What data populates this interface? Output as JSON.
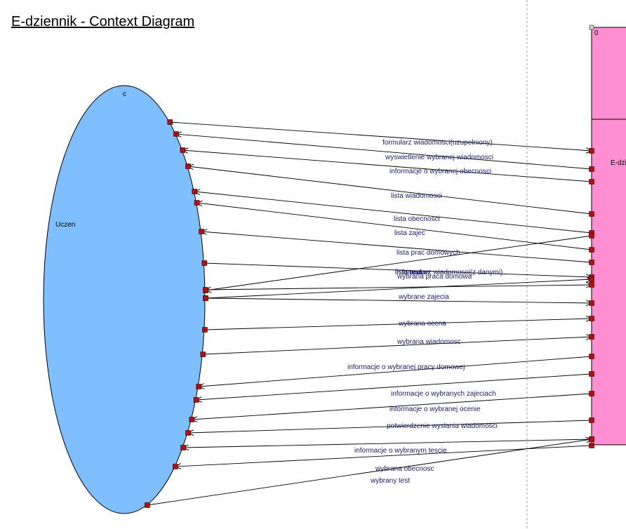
{
  "diagram": {
    "title": "E-dziennik - Context Diagram",
    "external_entity": {
      "id_label": "c",
      "name": "Uczen"
    },
    "process": {
      "id_label": "0",
      "name": "E-dzi"
    },
    "colors": {
      "entity_fill": "#80bfff",
      "process_fill": "#ff8fd0",
      "handle": "#b01010",
      "flow_text": "#1a1a70"
    },
    "flow_labels": [
      "formularz wiadomosci(uzupelniony)",
      "wyswietlenie wybranej wiadomosci",
      "informacje o wybranej obecnosci",
      "lista wiadomosci",
      "lista obecnosci",
      "lista zajec",
      "lista prac domowych",
      "lista ocen",
      "lista testow",
      "formularz wiadomosci(z danymi)",
      "wybrana praca domowa",
      "wybrane zajecia",
      "wybrana ocena",
      "wybrana wiadomosc",
      "informacje o wybranej pracy domowej",
      "informacje o wybranych zajeciach",
      "informacje o wybranej ocenie",
      "potwierdzenie wyslania wiadomosci",
      "informacje o wybranym tescie",
      "wybrana obecnosc",
      "wybrany test"
    ]
  }
}
